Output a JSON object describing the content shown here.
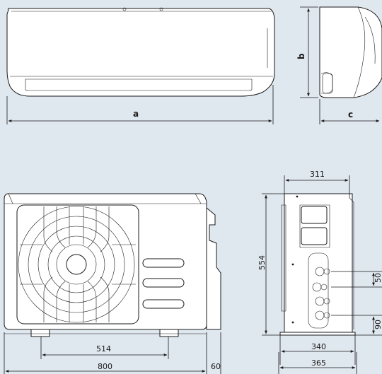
{
  "indoor_unit": {
    "dim_width_label": "a",
    "dim_height_label": "b",
    "dim_depth_label": "c"
  },
  "outdoor_unit": {
    "dim_width": "800",
    "dim_foot_spacing": "514",
    "dim_foot_offset": "60",
    "dim_height": "554",
    "dim_depth_top": "311",
    "dim_depth_foot": "340",
    "dim_depth_base": "365",
    "dim_port_top": "50",
    "dim_port_bottom": "90"
  },
  "colors": {
    "background": "#dfe7ef",
    "line": "#1a1a1a",
    "unit_fill": "#ffffff"
  }
}
